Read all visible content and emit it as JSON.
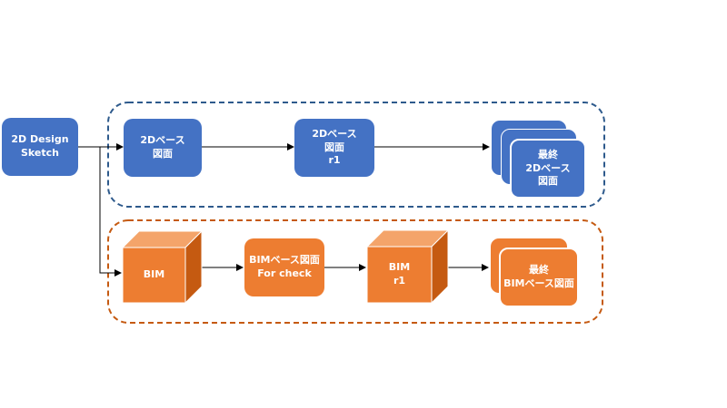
{
  "nodes": {
    "sketch": "2D Design\nSketch",
    "base_2d": "2Dベース\n図面",
    "base_2d_r1": "2Dベース\n図面\nr1",
    "final_2d": "最終\n2Dベース\n図面",
    "bim": "BIM",
    "bim_check": "BIMベース図面\nFor check",
    "bim_r1": "BIM\nr1",
    "final_bim": "最終\nBIMベース図面"
  },
  "colors": {
    "blue": "#4472c4",
    "orange": "#ed7d31",
    "blue_dash": "#2e5a8c",
    "orange_dash": "#c55a11"
  }
}
